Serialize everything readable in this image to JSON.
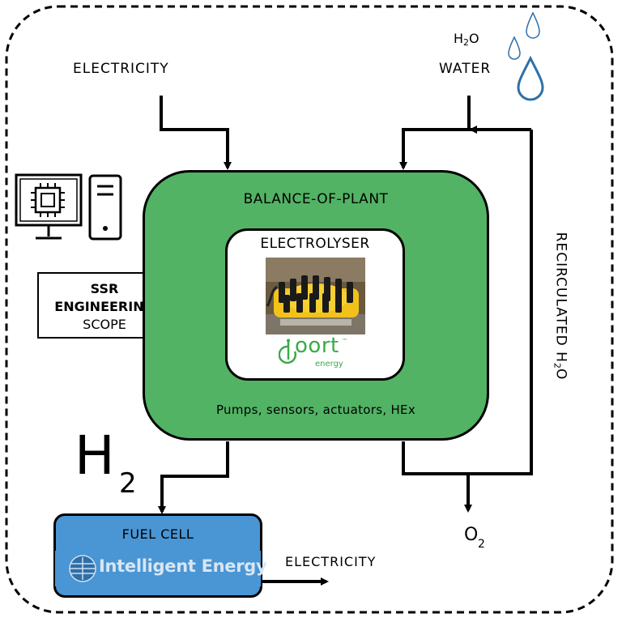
{
  "inputs": {
    "electricity_label": "ELECTRICITY",
    "water_formula_main": "H",
    "water_formula_sub": "2",
    "water_formula_tail": "O",
    "water_label": "WATER"
  },
  "balance_of_plant": {
    "title": "BALANCE-OF-PLANT",
    "components": "Pumps, sensors, actuators, HEx"
  },
  "electrolyser": {
    "title": "ELECTROLYSER",
    "logo_text": "oort",
    "logo_subtext": "energy",
    "logo_tm": "™"
  },
  "scope_box": {
    "line1": "SSR",
    "line2": "ENGINEERING",
    "line3": "SCOPE"
  },
  "recirculated": {
    "label_main": "RECIRCULATED H",
    "label_sub": "2",
    "label_tail": "O"
  },
  "hydrogen": {
    "main": "H",
    "sub": "2"
  },
  "oxygen": {
    "main": "O",
    "sub": "2"
  },
  "fuel_cell": {
    "title": "FUEL CELL",
    "logo_text": "Intelligent Energy",
    "output_label": "ELECTRICITY"
  },
  "colors": {
    "balance_of_plant": "#52b364",
    "fuel_cell": "#4a95d4",
    "water_drop": "#2f6fa8",
    "oort_logo": "#3aaa48"
  },
  "icons": [
    "computer-monitor-icon",
    "computer-tower-icon",
    "water-drop-icon"
  ]
}
